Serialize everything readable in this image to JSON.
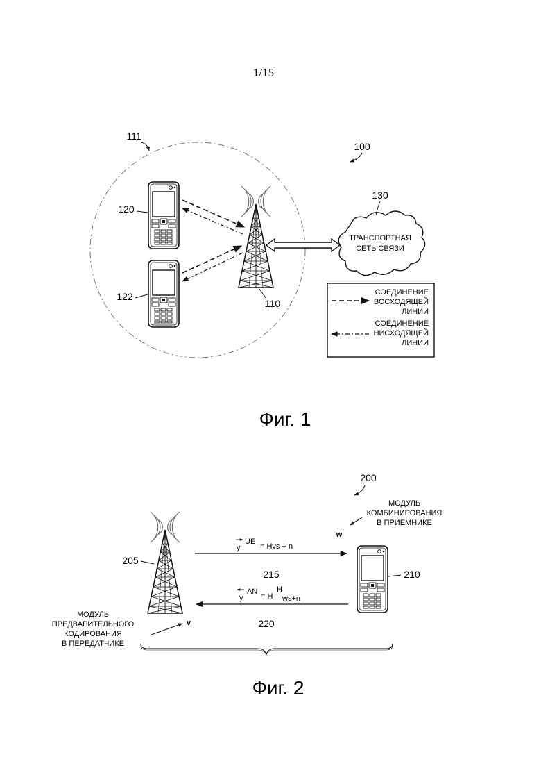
{
  "page_number": "1/15",
  "fig1": {
    "caption": "Фиг. 1",
    "ref_system": "100",
    "ref_cell": "111",
    "ref_ue_top": "120",
    "ref_ue_bottom": "122",
    "ref_base_station": "110",
    "ref_network": "130",
    "network_label": [
      "ТРАНСПОРТНАЯ",
      "СЕТЬ СВЯЗИ"
    ],
    "legend": {
      "uplink": [
        "СОЕДИНЕНИЕ",
        "ВОСХОДЯЩЕЙ",
        "ЛИНИИ"
      ],
      "downlink": [
        "СОЕДИНЕНИЕ",
        "НИСХОДЯЩЕЙ",
        "ЛИНИИ"
      ]
    }
  },
  "fig2": {
    "caption": "Фиг. 2",
    "ref_system": "200",
    "ref_tower": "205",
    "ref_ue": "210",
    "ref_forward": "215",
    "ref_reverse": "220",
    "combiner_label": [
      "МОДУЛЬ",
      "КОМБИНИРОВАНИЯ",
      "В ПРИЕМНИКЕ"
    ],
    "combiner_symbol": "w",
    "precoder_label": [
      "МОДУЛЬ",
      "ПРЕДВАРИТЕЛЬНОГО",
      "КОДИРОВАНИЯ",
      "В ПЕРЕДАТЧИКЕ"
    ],
    "precoder_symbol": "v",
    "eq_forward": {
      "var": "y",
      "sup": "UE",
      "rhs": "= Hvs + n"
    },
    "eq_reverse": {
      "var": "y",
      "sup": "AN",
      "rhs_pre": "= H",
      "rhs_sup": "H",
      "rhs_post": " ws+n"
    }
  }
}
